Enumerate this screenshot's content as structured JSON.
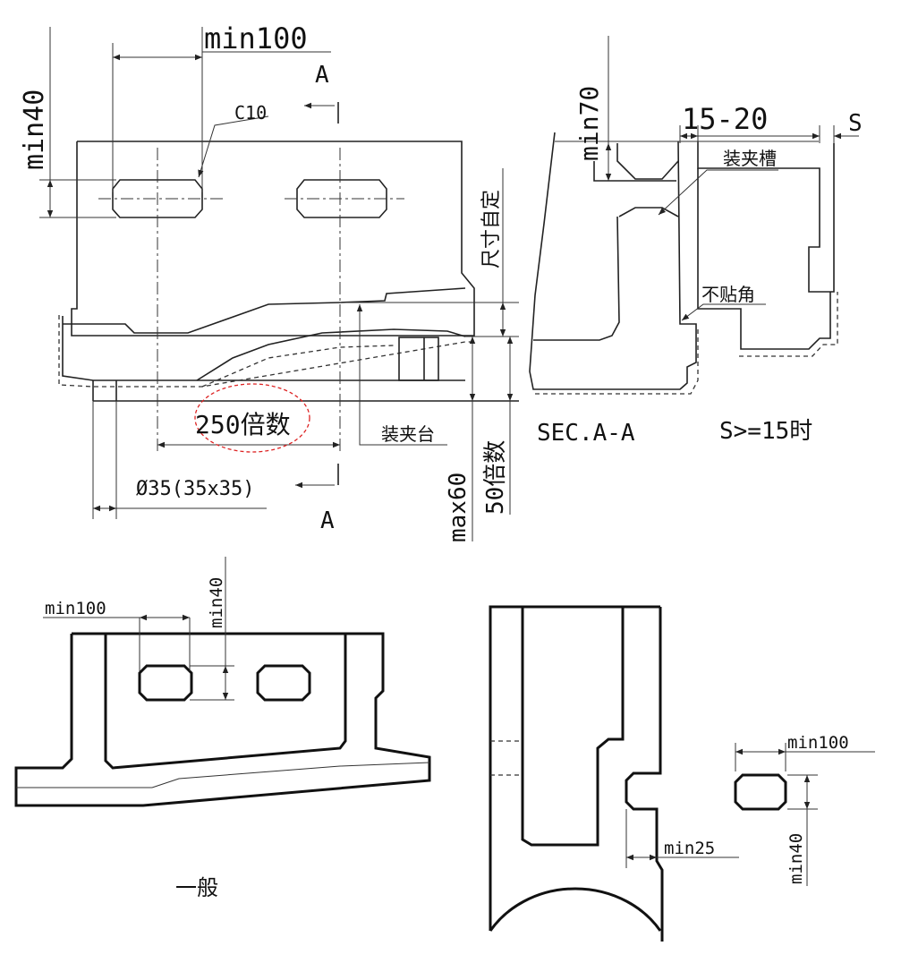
{
  "labels": {
    "top_min100": "min100",
    "top_min40": "min40",
    "sec_a_top": "A",
    "sec_a_bottom": "A",
    "c10": "C10",
    "min70": "min70",
    "range_15_20": "15-20",
    "s_label": "S",
    "clamp_groove": "装夹槽",
    "no_corner": "不贴角",
    "size_fixed": "尺寸自定",
    "pitch_250": "250倍数",
    "clamp_table": "装夹台",
    "max60": "max60",
    "mult50": "50倍数",
    "dia35": "Ø35(35x35)",
    "sec_title": "SEC.A-A",
    "s_rule": "S>=15时",
    "bl_min100": "min100",
    "bl_min40": "min40",
    "general": "一般",
    "br_min100": "min100",
    "br_min40": "min40",
    "min25": "min25"
  }
}
